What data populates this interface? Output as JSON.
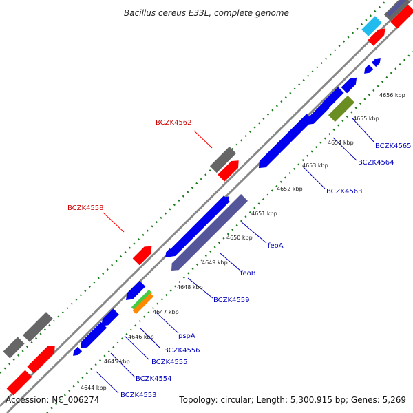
{
  "title": "Bacillus cereus E33L, complete genome",
  "accession": "Accession: NC_006274",
  "topology": "Topology: circular; Length: 5,300,915 bp; Genes: 5,269",
  "colors": {
    "backbone": "#888888",
    "ticks": "#1a7a1a",
    "label_forward": "#cc0000",
    "label_reverse": "#0000bb",
    "gene_red": "#ff0000",
    "gene_grey": "#666666",
    "gene_blue": "#0000ee",
    "gene_slate": "#55559a",
    "gene_cyan": "#22bbee",
    "gene_olive": "#6b8e23",
    "gene_green": "#44cc44",
    "gene_orange": "#ff8800"
  },
  "kbp_labels": [
    "4644 kbp",
    "4645 kbp",
    "4646 kbp",
    "4647 kbp",
    "4648 kbp",
    "4649 kbp",
    "4650 kbp",
    "4651 kbp",
    "4652 kbp",
    "4653 kbp",
    "4654 kbp",
    "4655 kbp",
    "4656 kbp"
  ],
  "gene_labels_forward": [
    "BCZK4562",
    "BCZK4558"
  ],
  "gene_labels_reverse": [
    "BCZK4565",
    "BCZK4564",
    "BCZK4563",
    "feoA",
    "feoB",
    "BCZK4559",
    "pspA",
    "BCZK4556",
    "BCZK4555",
    "BCZK4554",
    "BCZK4553"
  ]
}
